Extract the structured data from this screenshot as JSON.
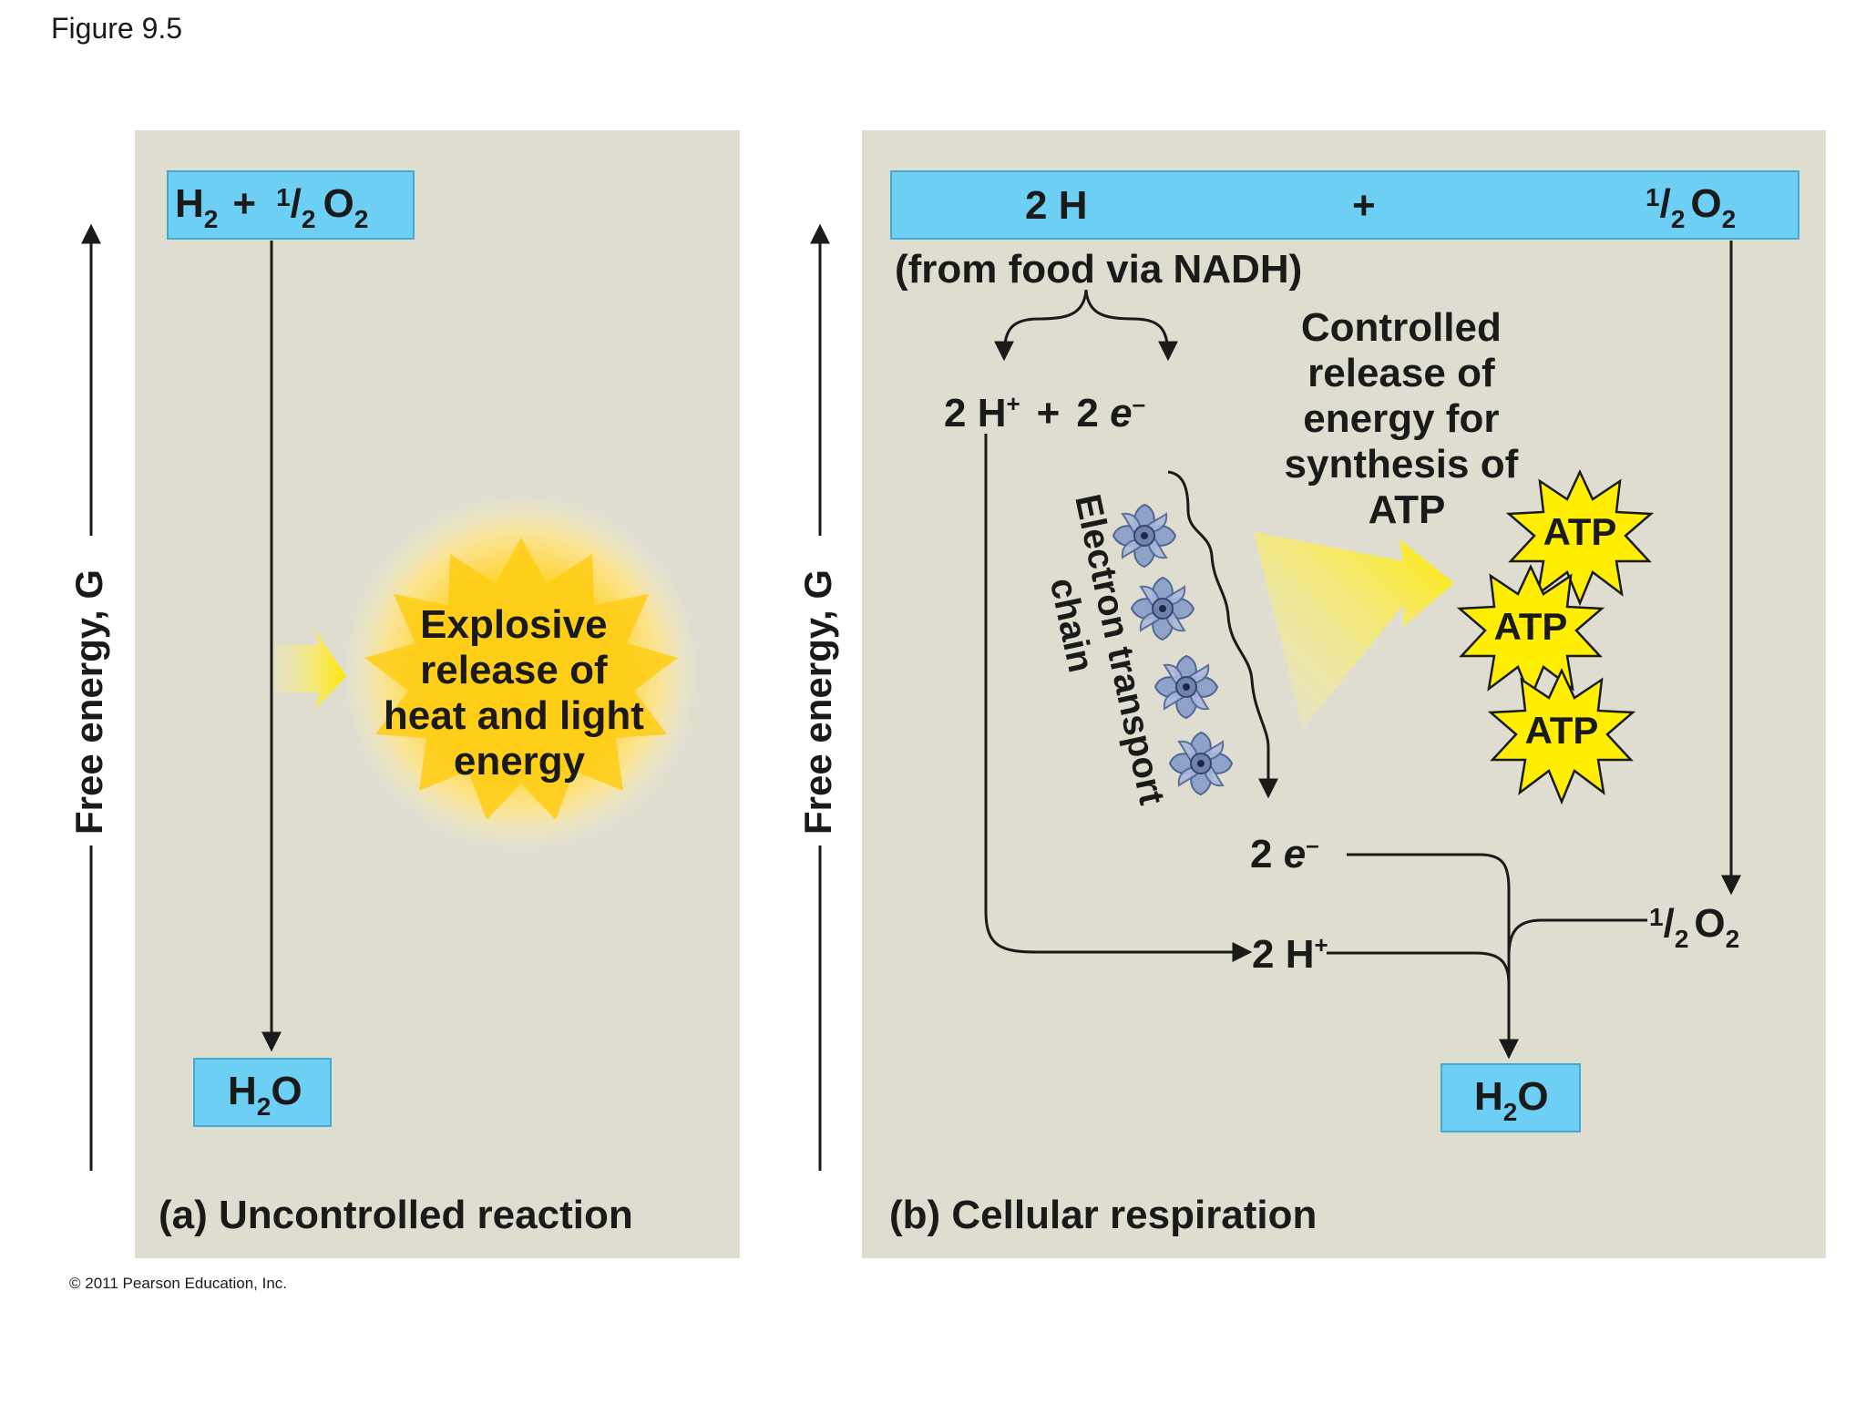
{
  "figure_label": "Figure 9.5",
  "copyright": "© 2011 Pearson Education, Inc.",
  "colors": {
    "panel_bg": "#deddcf",
    "box_blue": "#6ccff3",
    "atp_yellow": "#ffee00",
    "arrow_yellow": "#ffe600",
    "line": "#1a1a1a"
  },
  "panel_a": {
    "axis_label": "Free energy, G",
    "reactant": {
      "main": "H",
      "sub1": "2",
      "plus": "+",
      "frac_num": "1",
      "frac_slash": "/",
      "frac_den": "2",
      "o": "O",
      "o_sub": "2"
    },
    "product": {
      "h": "H",
      "h_sub": "2",
      "o": "O"
    },
    "explosion_text": [
      "Explosive",
      "release of",
      "heat and light",
      "energy"
    ],
    "caption": "(a) Uncontrolled reaction"
  },
  "panel_b": {
    "axis_label": "Free energy, G",
    "top_bar": {
      "left": "2 H",
      "plus": "+",
      "frac_num": "1",
      "frac_slash": "/",
      "frac_den": "2",
      "o": "O",
      "o_sub": "2"
    },
    "from_food": "(from food via NADH)",
    "split": {
      "h": "2 H",
      "h_sup": "+",
      "plus": "+",
      "e": "2 ",
      "e_italic": "e",
      "e_sup": "–"
    },
    "controlled_text": [
      "Controlled",
      "release of",
      "energy for",
      "synthesis of",
      "ATP"
    ],
    "etc_label": [
      "Electron transport",
      "chain"
    ],
    "atp_labels": [
      "ATP",
      "ATP",
      "ATP"
    ],
    "electrons_bottom": {
      "num": "2 ",
      "e_italic": "e",
      "e_sup": "–"
    },
    "protons_bottom": {
      "num": "2 H",
      "sup": "+"
    },
    "oxygen_bottom": {
      "frac_num": "1",
      "frac_slash": "/",
      "frac_den": "2",
      "o": "O",
      "o_sub": "2"
    },
    "product": {
      "h": "H",
      "h_sub": "2",
      "o": "O"
    },
    "caption": "(b) Cellular respiration"
  }
}
